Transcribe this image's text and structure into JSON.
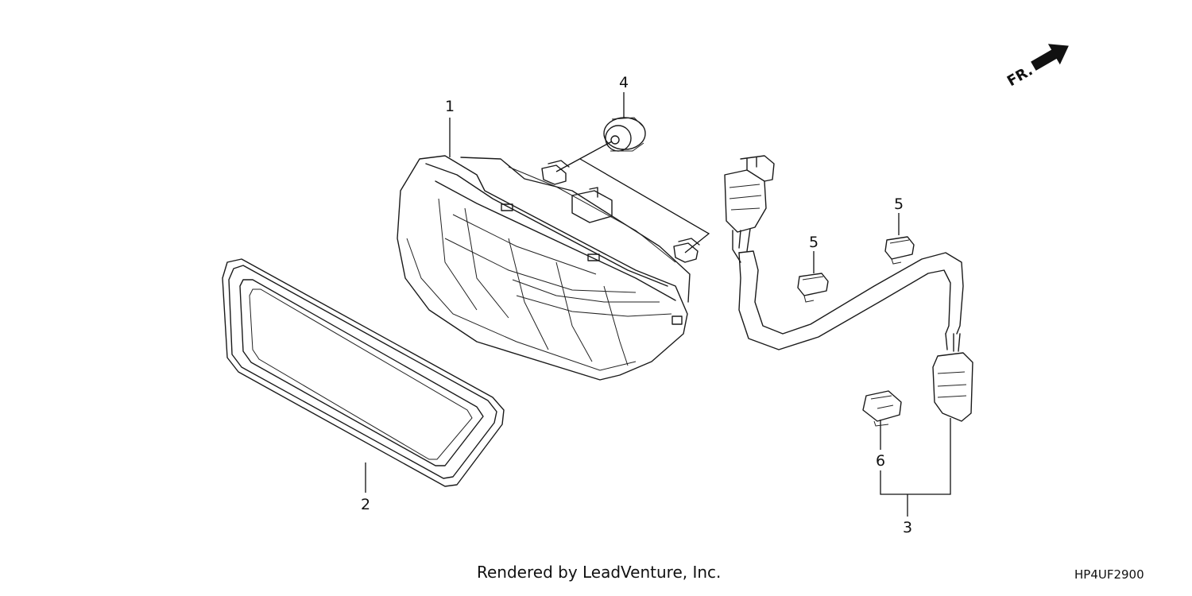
{
  "callouts": {
    "c1": "1",
    "c2": "2",
    "c3": "3",
    "c4": "4",
    "c5a": "5",
    "c5b": "5",
    "c6": "6"
  },
  "direction_label": "FR.",
  "footer": {
    "credit": "Rendered by LeadVenture, Inc.",
    "diagram_code": "HP4UF2900"
  },
  "icons": {
    "direction": "front-direction-arrow-icon"
  }
}
